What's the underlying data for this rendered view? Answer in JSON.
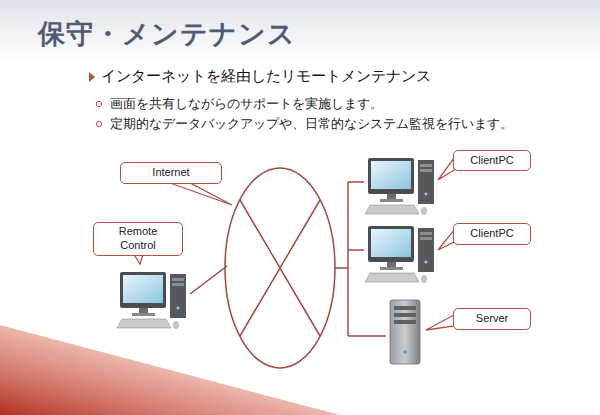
{
  "diagram": {
    "title": "保守・メンテナンス",
    "nodes": [
      {
        "text": [
          "Internet"
        ]
      },
      {
        "text": [
          "Remote Control"
        ]
      },
      {
        "text": [
          "ClientPC"
        ]
      },
      {
        "text": [
          "ClientPC"
        ]
      },
      {
        "text": [
          "Server"
        ]
      }
    ],
    "labels": [
      "インターネットを経由したリモートメンテナンス",
      "画面を共有しながらのサポートを実施します。",
      "定期的なデータバックアップや、日常的なシステム監視を行います。"
    ]
  }
}
